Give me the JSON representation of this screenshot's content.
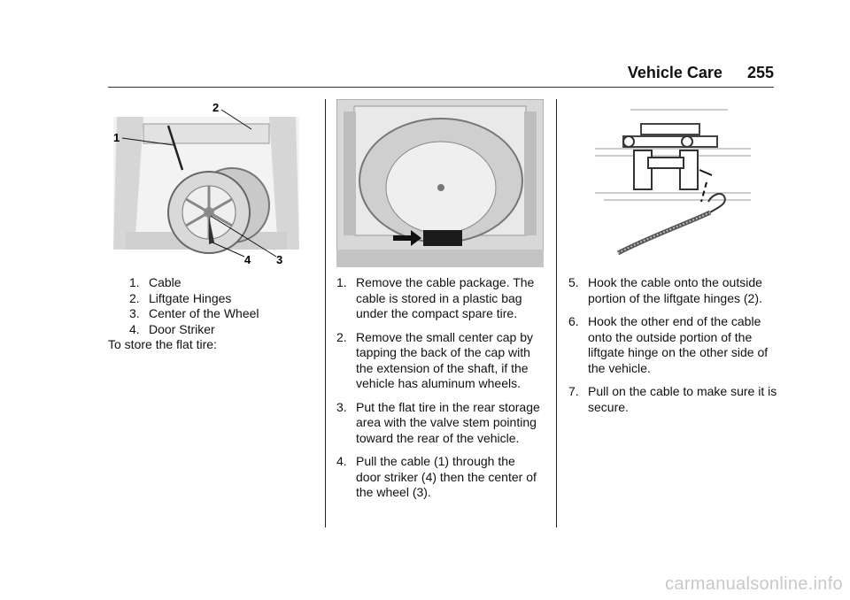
{
  "header": {
    "section": "Vehicle Care",
    "page_number": "255"
  },
  "figure1": {
    "callouts": [
      "1",
      "2",
      "3",
      "4"
    ]
  },
  "legend": [
    {
      "num": "1.",
      "text": "Cable"
    },
    {
      "num": "2.",
      "text": "Liftgate Hinges"
    },
    {
      "num": "3.",
      "text": "Center of the Wheel"
    },
    {
      "num": "4.",
      "text": "Door Striker"
    }
  ],
  "intro": "To store the flat tire:",
  "steps_middle": [
    {
      "num": "1.",
      "text": "Remove the cable package. The cable is stored in a plastic bag under the compact spare tire."
    },
    {
      "num": "2.",
      "text": "Remove the small center cap by tapping the back of the cap with the extension of the shaft, if the vehicle has aluminum wheels."
    },
    {
      "num": "3.",
      "text": "Put the flat tire in the rear storage area with the valve stem pointing toward the rear of the vehicle."
    },
    {
      "num": "4.",
      "text": "Pull the cable (1) through the door striker (4) then the center of the wheel (3)."
    }
  ],
  "steps_right": [
    {
      "num": "5.",
      "text": "Hook the cable onto the outside portion of the liftgate hinges (2)."
    },
    {
      "num": "6.",
      "text": "Hook the other end of the cable onto the outside portion of the liftgate hinge on the other side of the vehicle."
    },
    {
      "num": "7.",
      "text": "Pull on the cable to make sure it is secure."
    }
  ],
  "watermark": "carmanualsonline.info"
}
